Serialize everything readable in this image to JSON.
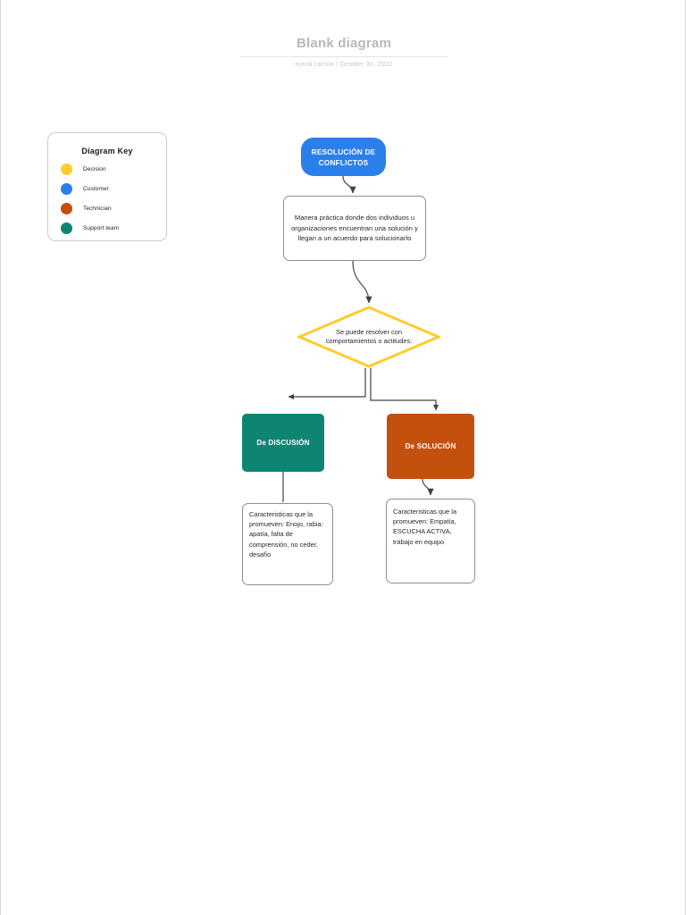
{
  "header": {
    "title": "Blank diagram",
    "author": "maria camila",
    "separator": "|",
    "date": "October 30, 2022",
    "meta": "maria camila  |  October 30, 2022"
  },
  "legend": {
    "title": "Diagram Key",
    "items": [
      {
        "label": "Decision",
        "color": "#FFCC2E"
      },
      {
        "label": "Customer",
        "color": "#2B7FEB"
      },
      {
        "label": "Technician",
        "color": "#C4500E"
      },
      {
        "label": "Support team",
        "color": "#0E8573"
      }
    ]
  },
  "diagram": {
    "nodes": {
      "start": {
        "text": "RESOLUCIÓN DE CONFLICTOS",
        "shape": "stadium",
        "color": "#2B7FEB",
        "role": "Customer"
      },
      "definition": {
        "text": "Manera práctica donde dos individuos u organizaciones encuentran una solución y llegan a un acuerdo para solucionarlo",
        "shape": "rounded-rect",
        "color": "#FFFFFF"
      },
      "decision": {
        "text": "Se puede resolver con comportamientos o actitudes:",
        "shape": "diamond",
        "color": "#FFCC2E",
        "role": "Decision"
      },
      "discusion": {
        "text": "De DISCUSIÓN",
        "shape": "rect",
        "color": "#0E8573",
        "role": "Support team"
      },
      "solucion": {
        "text": "De SOLUCIÓN",
        "shape": "rect",
        "color": "#C4500E",
        "role": "Technician"
      },
      "discusion_detail": {
        "text": "Caracteristicas que la promueven: Enojo, rabia: apatía, falta de comprensión, no ceder, desafío",
        "shape": "rounded-rect",
        "color": "#FFFFFF"
      },
      "solucion_detail": {
        "text": "Caracteristicas que la promueven: Empatía, ESCUCHA ACTIVA, trabajo en equipo",
        "shape": "rounded-rect",
        "color": "#FFFFFF"
      }
    },
    "edges": [
      {
        "from": "start",
        "to": "definition",
        "style": "curved-arrow"
      },
      {
        "from": "definition",
        "to": "decision",
        "style": "curved-arrow"
      },
      {
        "from": "decision",
        "to": "discusion",
        "style": "elbow-arrow-left"
      },
      {
        "from": "decision",
        "to": "solucion",
        "style": "elbow-arrow-right"
      },
      {
        "from": "discusion",
        "to": "discusion_detail",
        "style": "straight-line"
      },
      {
        "from": "solucion",
        "to": "solucion_detail",
        "style": "curved-arrow"
      }
    ],
    "edge_color": "#5a5f66"
  }
}
